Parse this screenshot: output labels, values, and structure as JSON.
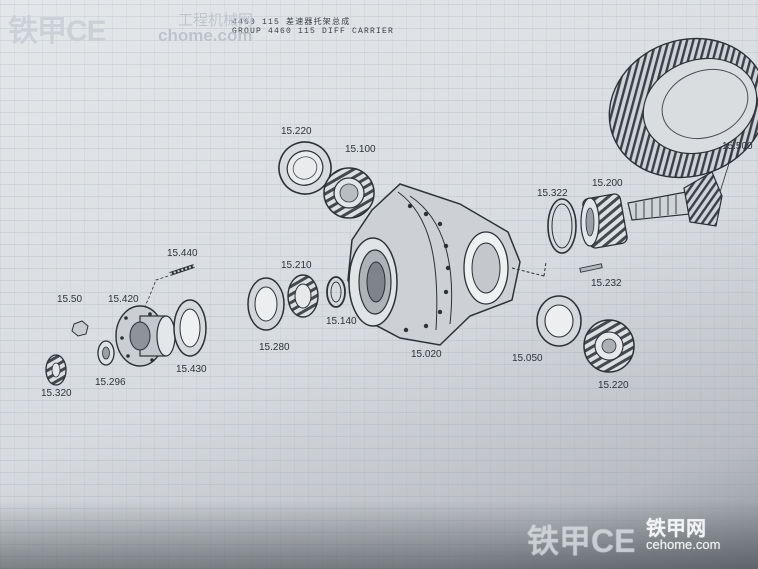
{
  "header": {
    "cn_line": "4460  115   差速器托架总成",
    "en_line": "GROUP  4460 115  DIFF  CARRIER"
  },
  "watermark": {
    "top_logo": "铁甲CE",
    "top_text": "工程机械网",
    "top_url": "chome.com",
    "bottom_logo": "铁甲CE",
    "bottom_brand": "铁甲网",
    "bottom_url": "cehome.com"
  },
  "parts": [
    {
      "id": "p15220a",
      "label": "15.220"
    },
    {
      "id": "p15100",
      "label": "15.100"
    },
    {
      "id": "p15500",
      "label": "15.500"
    },
    {
      "id": "p15322",
      "label": "15.322"
    },
    {
      "id": "p15200",
      "label": "15.200"
    },
    {
      "id": "p15440",
      "label": "15.440"
    },
    {
      "id": "p15210",
      "label": "15.210"
    },
    {
      "id": "p1550",
      "label": "15.50"
    },
    {
      "id": "p15420",
      "label": "15.420"
    },
    {
      "id": "p15232",
      "label": "15.232"
    },
    {
      "id": "p15140",
      "label": "15.140"
    },
    {
      "id": "p15280",
      "label": "15.280"
    },
    {
      "id": "p15430",
      "label": "15.430"
    },
    {
      "id": "p15296",
      "label": "15.296"
    },
    {
      "id": "p15020",
      "label": "15.020"
    },
    {
      "id": "p15050",
      "label": "15.050"
    },
    {
      "id": "p15320",
      "label": "15.320"
    },
    {
      "id": "p15220b",
      "label": "15.220"
    }
  ]
}
